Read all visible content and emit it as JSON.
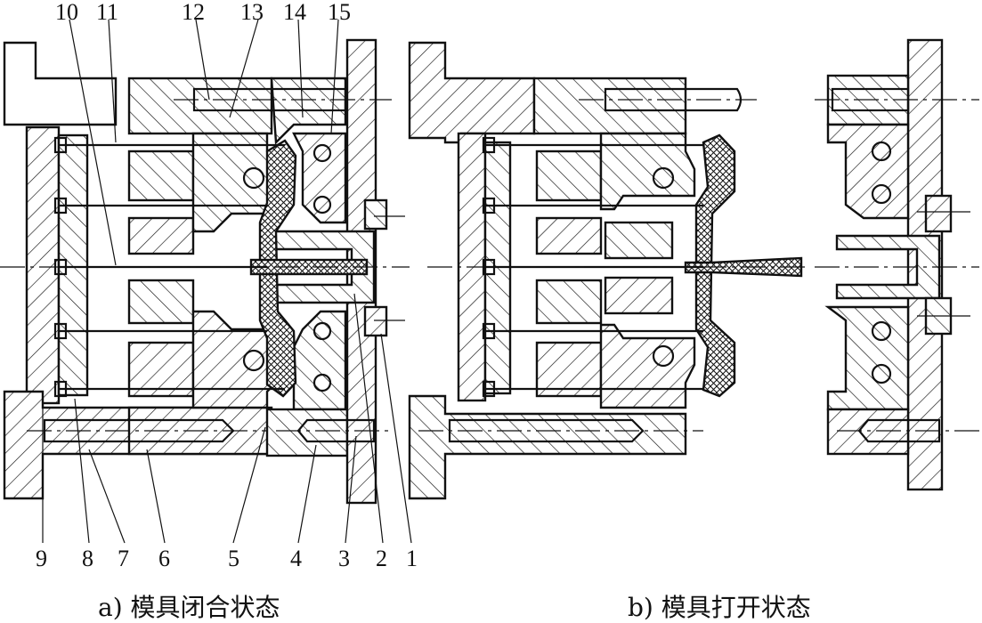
{
  "part_labels_top": [
    "10",
    "11",
    "12",
    "13",
    "14",
    "15"
  ],
  "part_labels_bottom": [
    "9",
    "8",
    "7",
    "6",
    "5",
    "4",
    "3",
    "2",
    "1"
  ],
  "captions": {
    "closed": "a) 模具闭合状态",
    "open": "b) 模具打开状态"
  }
}
